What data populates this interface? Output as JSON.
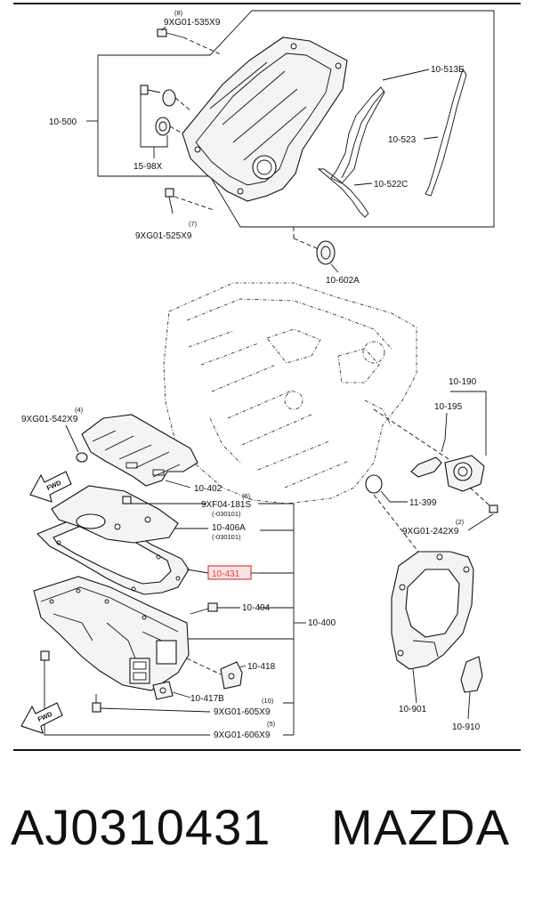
{
  "diagram": {
    "labels": {
      "l_9xg01_535x9_q": "(8)",
      "l_9xg01_535x9": "9XG01-535X9",
      "l_10_513e": "10-513E",
      "l_10_500": "10-500",
      "l_10_523": "10-523",
      "l_15_98x": "15-98X",
      "l_10_522c": "10-522C",
      "l_9xg01_525x9_q": "(7)",
      "l_9xg01_525x9": "9XG01-525X9",
      "l_10_602a": "10-602A",
      "l_10_190": "10-190",
      "l_10_195": "10-195",
      "l_9xg01_542x9_q": "(4)",
      "l_9xg01_542x9": "9XG01-542X9",
      "l_fwd_top": "FWD",
      "l_10_402": "10-402",
      "l_11_399": "11-399",
      "l_9xf04_181s_q": "(6)",
      "l_9xf04_181s": "9XF04-181S",
      "l_9xf04_181s_d": "(-030101)",
      "l_10_406a": "10-406A",
      "l_10_406a_d": "(-030101)",
      "l_9xg01_242x9_q": "(2)",
      "l_9xg01_242x9": "9XG01-242X9",
      "l_10_431": "10-431",
      "l_10_404": "10-404",
      "l_10_400": "10-400",
      "l_10_418": "10-418",
      "l_10_417b": "10-417B",
      "l_9xg01_605x9_q": "(10)",
      "l_9xg01_605x9": "9XG01-605X9",
      "l_9xg01_606x9_q": "(5)",
      "l_9xg01_606x9": "9XG01-606X9",
      "l_10_901": "10-901",
      "l_10_910": "10-910",
      "l_fwd_bottom": "FWD"
    },
    "highlight_color": "#e0403f"
  },
  "caption": {
    "part_number": "AJ0310431",
    "brand": "MAZDA"
  }
}
